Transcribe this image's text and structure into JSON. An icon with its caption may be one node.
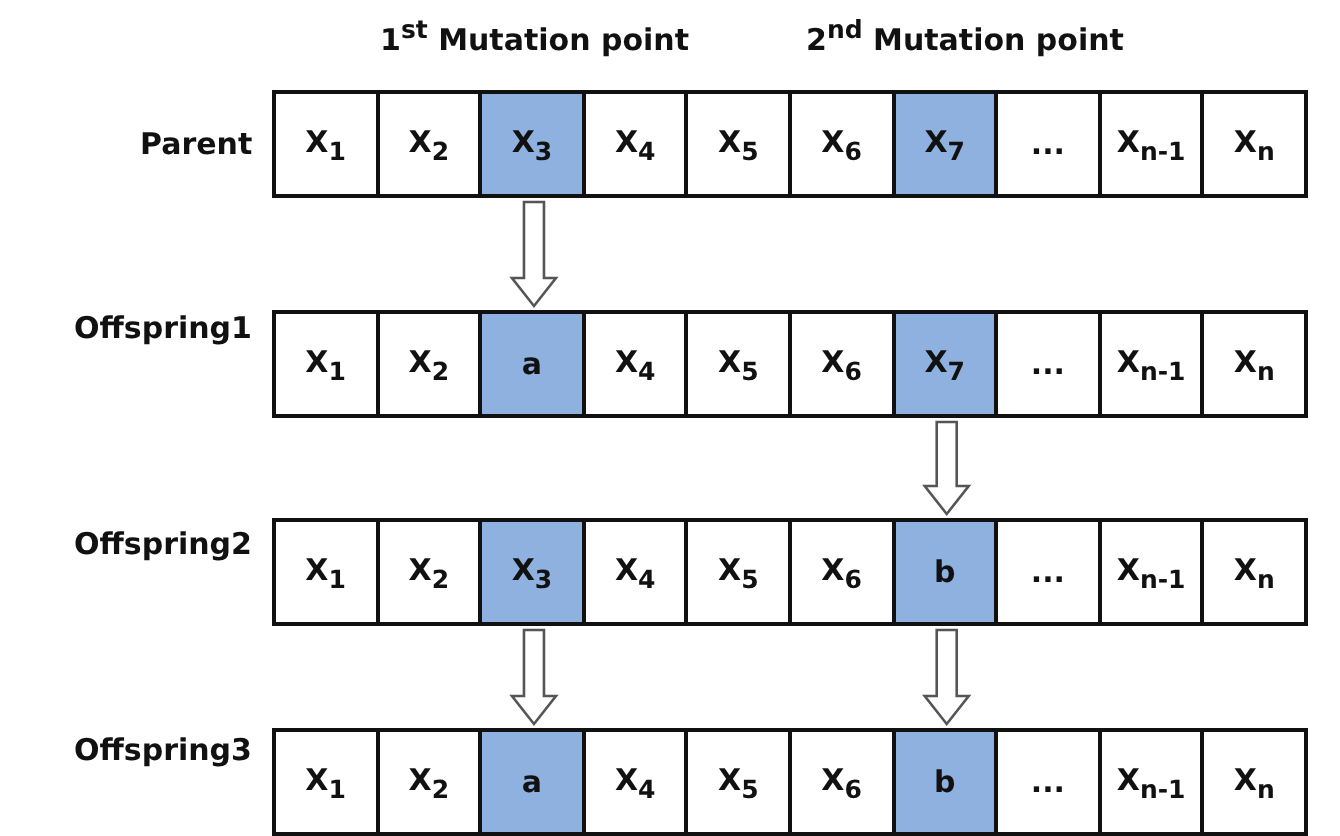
{
  "diagram": {
    "nodes": [
      {
        "text": [
          "Parent"
        ]
      },
      {
        "text": [
          "X$_{1}$"
        ],
        "in": 0
      },
      {
        "text": [
          "X$_{2}$"
        ],
        "in": 0
      },
      {
        "text": [
          "X$_{3}$"
        ],
        "in": 0
      },
      {
        "text": [
          "X$_{4}$"
        ],
        "in": 0
      },
      {
        "text": [
          "X$_{5}$"
        ],
        "in": 0
      },
      {
        "text": [
          "X$_{6}$"
        ],
        "in": 0
      },
      {
        "text": [
          "X$_{7}$"
        ],
        "in": 0
      },
      {
        "text": [
          "..."
        ],
        "in": 0
      },
      {
        "text": [
          "X$_{n-1}$"
        ],
        "in": 0
      },
      {
        "text": [
          "X$_{n}$"
        ],
        "in": 0
      },
      {
        "text": [
          "Offspring1"
        ]
      },
      {
        "text": [
          "X$_{1}$"
        ],
        "in": 11
      },
      {
        "text": [
          "X$_{2}$"
        ],
        "in": 11
      },
      {
        "text": [
          "a"
        ],
        "in": 11
      },
      {
        "text": [
          "X$_{4}$"
        ],
        "in": 11
      },
      {
        "text": [
          "X$_{5}$"
        ],
        "in": 11
      },
      {
        "text": [
          "X$_{6}$"
        ],
        "in": 11
      },
      {
        "text": [
          "X$_{7}$"
        ],
        "in": 11
      },
      {
        "text": [
          "..."
        ],
        "in": 11
      },
      {
        "text": [
          "X$_{n-1}$"
        ],
        "in": 11
      },
      {
        "text": [
          "X$_{n}$"
        ],
        "in": 11
      },
      {
        "text": [
          "Offspring2"
        ]
      },
      {
        "text": [
          "X$_{1}$"
        ],
        "in": 22
      },
      {
        "text": [
          "X$_{2}$"
        ],
        "in": 22
      },
      {
        "text": [
          "X$_{3}$"
        ],
        "in": 22
      },
      {
        "text": [
          "X$_{4}$"
        ],
        "in": 22
      },
      {
        "text": [
          "X$_{5}$"
        ],
        "in": 22
      },
      {
        "text": [
          "X$_{6}$"
        ],
        "in": 22
      },
      {
        "text": [
          "b"
        ],
        "in": 22
      },
      {
        "text": [
          "..."
        ],
        "in": 22
      },
      {
        "text": [
          "X$_{n-1}$"
        ],
        "in": 22
      },
      {
        "text": [
          "X$_{n}$"
        ],
        "in": 22
      },
      {
        "text": [
          "Offspring3"
        ]
      },
      {
        "text": [
          "X$_{1}$"
        ],
        "in": 33
      },
      {
        "text": [
          "X$_{2}$"
        ],
        "in": 33
      },
      {
        "text": [
          "a"
        ],
        "in": 33
      },
      {
        "text": [
          "X$_{4}$"
        ],
        "in": 33
      },
      {
        "text": [
          "X$_{5}$"
        ],
        "in": 33
      },
      {
        "text": [
          "X$_{6}$"
        ],
        "in": 33
      },
      {
        "text": [
          "b"
        ],
        "in": 33
      },
      {
        "text": [
          "..."
        ],
        "in": 33
      },
      {
        "text": [
          "X$_{n-1}$"
        ],
        "in": 33
      },
      {
        "text": [
          "X$_{n}$"
        ],
        "in": 33
      }
    ],
    "edges": [
      {
        "from": 3,
        "to": 14,
        "arrow": "to"
      },
      {
        "from": 18,
        "to": 29,
        "arrow": "to"
      },
      {
        "from": 25,
        "to": 36,
        "arrow": "to"
      },
      {
        "from": 29,
        "to": 40,
        "arrow": "to"
      }
    ],
    "labels": [
      "1$^{st}$ Mutation point",
      "2$^{nd}$ Mutation point"
    ]
  }
}
